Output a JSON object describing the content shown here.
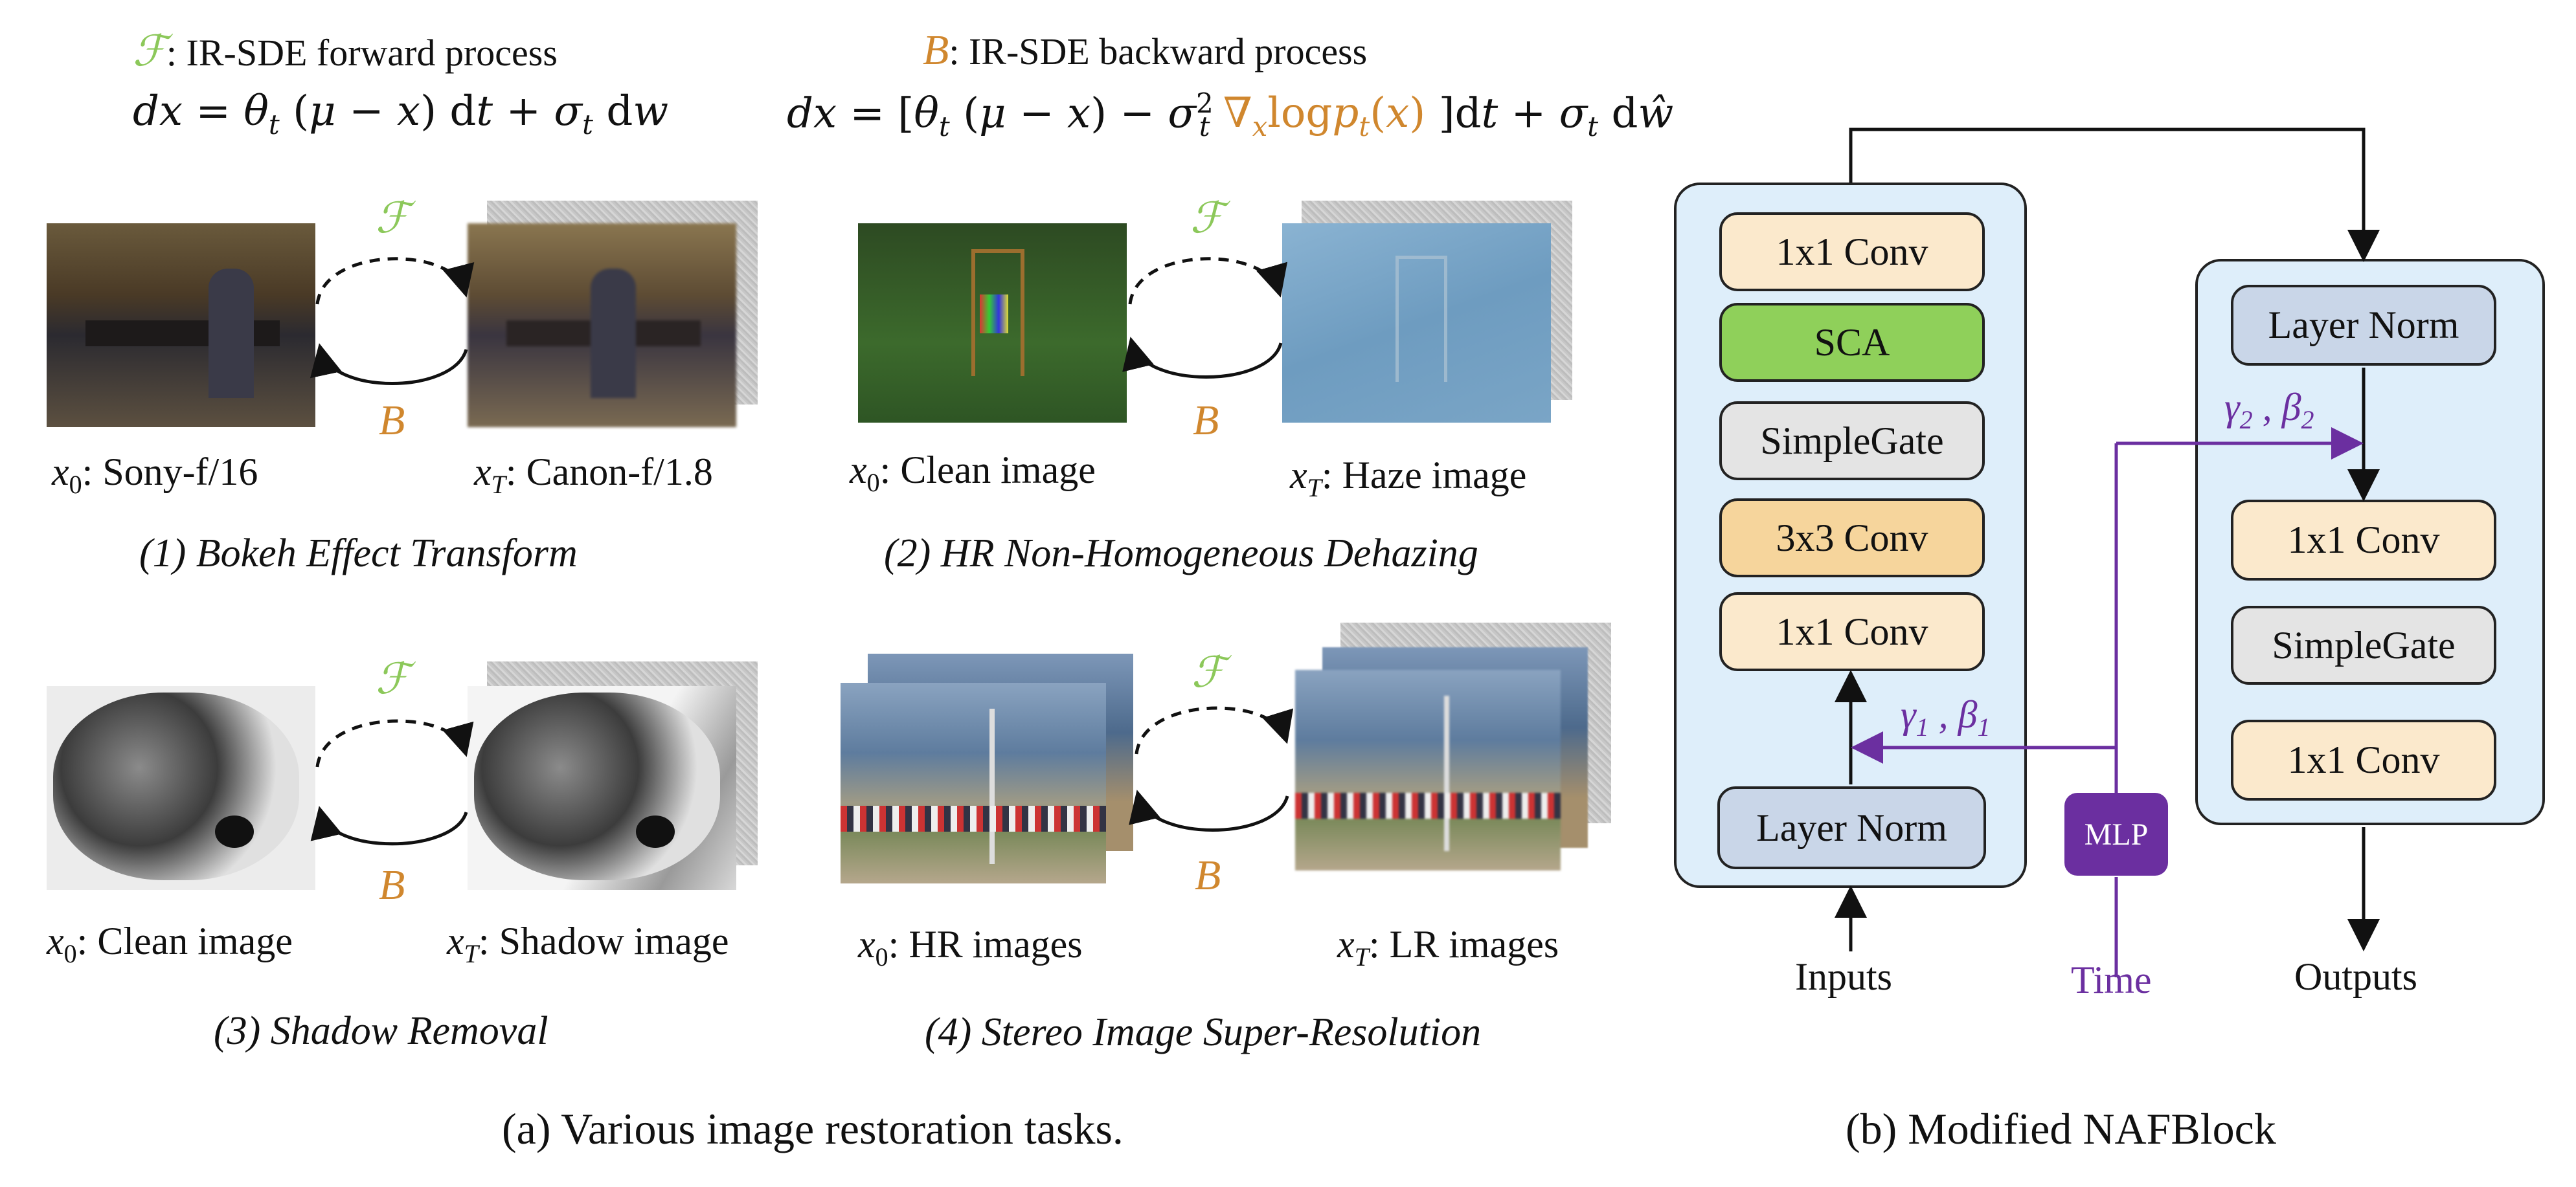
{
  "header": {
    "forward_symbol": "ℱ",
    "forward_label": ": IR-SDE forward process",
    "forward_eq": "dx = θ",
    "backward_symbol": "B",
    "backward_label": ": IR-SDE backward process"
  },
  "tasks": [
    {
      "x0_label": "Sony-f/16",
      "xT_label": "Canon-f/1.8",
      "title": "(1) Bokeh Effect Transform"
    },
    {
      "x0_label": "Clean image",
      "xT_label": "Haze image",
      "title": "(2) HR Non-Homogeneous Dehazing"
    },
    {
      "x0_label": "Clean image",
      "xT_label": "Shadow image",
      "title": "(3) Shadow Removal"
    },
    {
      "x0_label": "HR images",
      "xT_label": "LR images",
      "title": "(4) Stereo Image Super-Resolution"
    }
  ],
  "arrow_labels": {
    "forward": "ℱ",
    "backward": "B"
  },
  "caption_a": "(a) Various image restoration tasks.",
  "caption_b": "(b) Modified NAFBlock",
  "nafblock": {
    "left_stack": [
      "1x1 Conv",
      "SCA",
      "SimpleGate",
      "3x3 Conv",
      "1x1 Conv"
    ],
    "left_norm": "Layer Norm",
    "right_norm": "Layer Norm",
    "right_stack": [
      "1x1 Conv",
      "SimpleGate",
      "1x1 Conv"
    ],
    "mlp": "MLP",
    "inputs": "Inputs",
    "time": "Time",
    "outputs": "Outputs",
    "gamma1": "γ",
    "gamma2": "γ"
  },
  "colors": {
    "forward": "#8cc85a",
    "backward": "#d0872e",
    "conv_1x1": "#fbe9cc",
    "sca": "#8fd05a",
    "simplegate": "#e4e4e4",
    "conv_3x3": "#f6d59c",
    "layer_norm": "#c9d6e8",
    "block_bg": "#deeefa",
    "mlp_purple": "#6b2fa0"
  }
}
